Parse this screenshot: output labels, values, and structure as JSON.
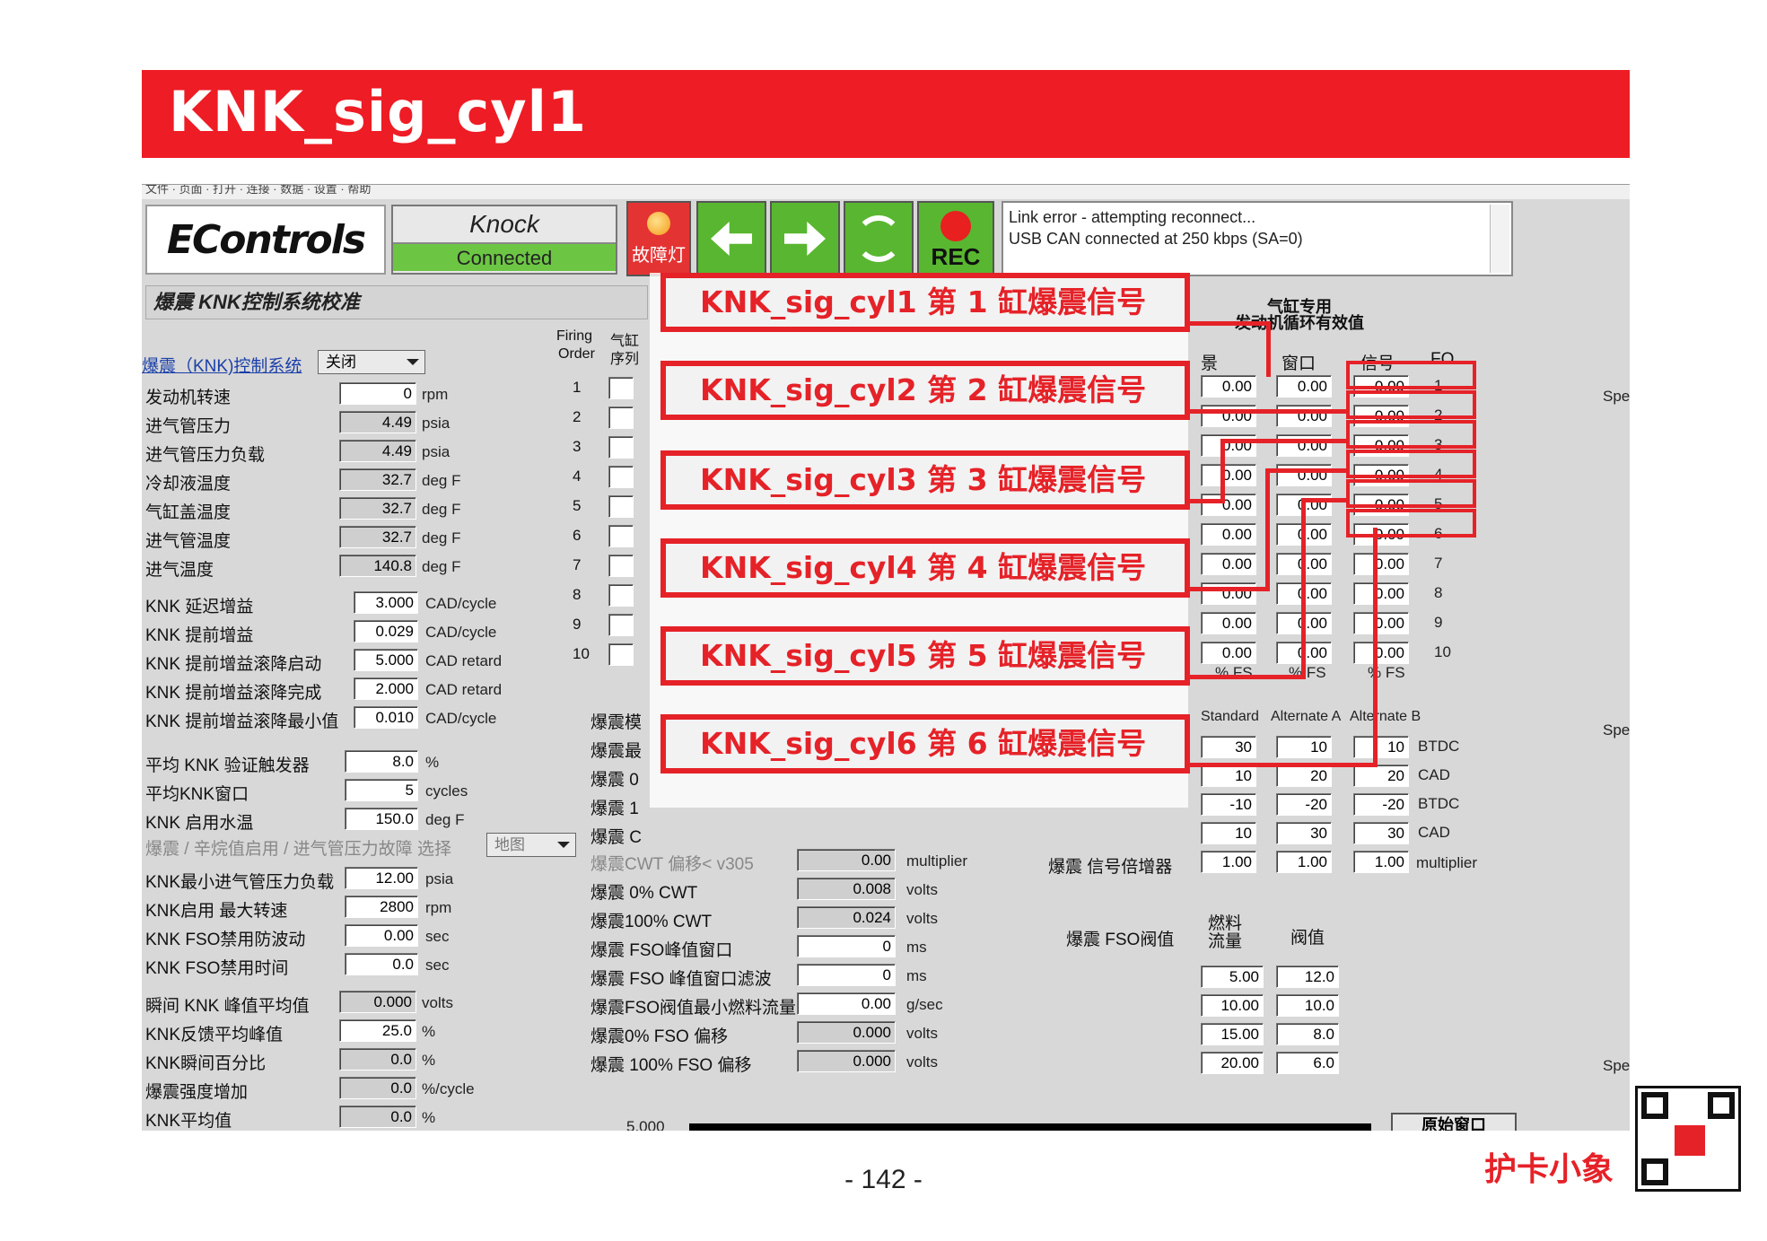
{
  "title": "KNK_sig_cyl1",
  "app": {
    "logo": "EControls",
    "mode": {
      "name": "Knock",
      "state": "Connected"
    },
    "buttons": {
      "fault_lamp": "故障灯",
      "rec": "REC"
    },
    "status": [
      "Link error - attempting reconnect...",
      "USB CAN connected at 250 kbps (SA=0)"
    ]
  },
  "panel_title": "爆震 KNK控制系统校准",
  "knk_system": {
    "label": "爆震（KNK)控制系统",
    "value": "关闭"
  },
  "params": [
    {
      "label": "发动机转速",
      "value": "0",
      "unit": "rpm"
    },
    {
      "label": "进气管压力",
      "value": "4.49",
      "unit": "psia"
    },
    {
      "label": "进气管压力负载",
      "value": "4.49",
      "unit": "psia"
    },
    {
      "label": "冷却液温度",
      "value": "32.7",
      "unit": "deg F"
    },
    {
      "label": "气缸盖温度",
      "value": "32.7",
      "unit": "deg F"
    },
    {
      "label": "进气管温度",
      "value": "32.7",
      "unit": "deg F"
    },
    {
      "label": "进气温度",
      "value": "140.8",
      "unit": "deg F"
    }
  ],
  "gains": [
    {
      "label": "KNK 延迟增益",
      "value": "3.000",
      "unit": "CAD/cycle"
    },
    {
      "label": "KNK 提前增益",
      "value": "0.029",
      "unit": "CAD/cycle"
    },
    {
      "label": "KNK 提前增益滚降启动",
      "value": "5.000",
      "unit": "CAD retard"
    },
    {
      "label": "KNK 提前增益滚降完成",
      "value": "2.000",
      "unit": "CAD retard"
    },
    {
      "label": "KNK 提前增益滚降最小值",
      "value": "0.010",
      "unit": "CAD/cycle"
    }
  ],
  "triggers": [
    {
      "label": "平均 KNK 验证触发器",
      "value": "8.0",
      "unit": "%"
    },
    {
      "label": "平均KNK窗口",
      "value": "5",
      "unit": "cycles"
    },
    {
      "label": "KNK 启用水温",
      "value": "150.0",
      "unit": "deg F"
    }
  ],
  "fault_select": {
    "label": "爆震 / 辛烷值启用 / 进气管压力故障 选择",
    "value": "地图"
  },
  "limits": [
    {
      "label": "KNK最小进气管压力负载",
      "value": "12.00",
      "unit": "psia"
    },
    {
      "label": "KNK启用 最大转速",
      "value": "2800",
      "unit": "rpm"
    },
    {
      "label": "KNK FSO禁用防波动",
      "value": "0.00",
      "unit": "sec"
    },
    {
      "label": "KNK FSO禁用时间",
      "value": "0.0",
      "unit": "sec"
    }
  ],
  "instants": [
    {
      "label": "瞬间 KNK 峰值平均值",
      "value": "0.000",
      "unit": "volts"
    },
    {
      "label": "KNK反馈平均峰值",
      "value": "25.0",
      "unit": "%"
    },
    {
      "label": "KNK瞬间百分比",
      "value": "0.0",
      "unit": "%"
    },
    {
      "label": "爆震强度增加",
      "value": "0.0",
      "unit": "%/cycle"
    },
    {
      "label": "KNK平均值",
      "value": "0.0",
      "unit": "%"
    }
  ],
  "firing": {
    "head1": "Firing",
    "head2": "Order",
    "head3": "气缸",
    "head4": "序列",
    "order": [
      "1",
      "2",
      "3",
      "4",
      "5",
      "6",
      "7",
      "8",
      "9",
      "10"
    ]
  },
  "cyl_table": {
    "title1": "气缸专用",
    "title2": "发动机循环有效值",
    "headers": [
      "景",
      "窗口",
      "信号",
      "FO"
    ],
    "rows": [
      [
        "0.00",
        "0.00",
        "0.00",
        "1"
      ],
      [
        "0.00",
        "0.00",
        "0.00",
        "2"
      ],
      [
        "0.00",
        "0.00",
        "0.00",
        "3"
      ],
      [
        "0.00",
        "0.00",
        "0.00",
        "4"
      ],
      [
        "0.00",
        "0.00",
        "0.00",
        "5"
      ],
      [
        "0.00",
        "0.00",
        "0.00",
        "6"
      ],
      [
        "0.00",
        "0.00",
        "0.00",
        "7"
      ],
      [
        "0.00",
        "0.00",
        "0.00",
        "8"
      ],
      [
        "0.00",
        "0.00",
        "0.00",
        "9"
      ],
      [
        "0.00",
        "0.00",
        "0.00",
        "10"
      ]
    ],
    "units": [
      "% FS",
      "% FS",
      "% FS"
    ]
  },
  "windows": {
    "headers": [
      "Standard",
      "Alternate A",
      "Alternate B"
    ],
    "rows": [
      {
        "std": "30",
        "a": "10",
        "b": "10",
        "unit": "BTDC"
      },
      {
        "std": "10",
        "a": "20",
        "b": "20",
        "unit": "CAD"
      },
      {
        "std": "-10",
        "a": "-20",
        "b": "-20",
        "unit": "BTDC"
      },
      {
        "std": "10",
        "a": "30",
        "b": "30",
        "unit": "CAD"
      }
    ],
    "multiplier": {
      "label": "爆震 信号倍增器",
      "std": "1.00",
      "a": "1.00",
      "b": "1.00",
      "unit": "multiplier"
    }
  },
  "knk_left_labels": [
    "爆震模",
    "爆震最",
    "爆震 0",
    "爆震 1",
    "爆震 C"
  ],
  "cwt": [
    {
      "label": "爆震CWT 偏移< v305",
      "value": "0.00",
      "unit": "multiplier"
    },
    {
      "label": "爆震 0% CWT",
      "value": "0.008",
      "unit": "volts"
    },
    {
      "label": "爆震100% CWT",
      "value": "0.024",
      "unit": "volts"
    },
    {
      "label": "爆震 FSO峰值窗口",
      "value": "0",
      "unit": "ms"
    },
    {
      "label": "爆震 FSO 峰值窗口滤波",
      "value": "0",
      "unit": "ms"
    },
    {
      "label": "爆震FSO阀值最小燃料流量",
      "value": "0.00",
      "unit": "g/sec"
    },
    {
      "label": "爆震0% FSO 偏移",
      "value": "0.000",
      "unit": "volts"
    },
    {
      "label": "爆震 100% FSO 偏移",
      "value": "0.000",
      "unit": "volts"
    }
  ],
  "fso_threshold": {
    "label": "爆震 FSO阀值",
    "col1": "燃料流量",
    "col2": "阀值",
    "rows": [
      [
        "5.00",
        "12.0"
      ],
      [
        "10.00",
        "10.0"
      ],
      [
        "15.00",
        "8.0"
      ],
      [
        "20.00",
        "6.0"
      ]
    ]
  },
  "speed_labels": [
    "Spee",
    "Spee",
    "Spee"
  ],
  "scope": {
    "y_top": "5.000",
    "button": "原始窗口"
  },
  "callouts": [
    "KNK_sig_cyl1  第 1 缸爆震信号",
    "KNK_sig_cyl2  第 2 缸爆震信号",
    "KNK_sig_cyl3  第 3 缸爆震信号",
    "KNK_sig_cyl4  第 4 缸爆震信号",
    "KNK_sig_cyl5  第 5 缸爆震信号",
    "KNK_sig_cyl6  第 6 缸爆震信号"
  ],
  "page_number": "- 142 -",
  "brand": "护卡小象",
  "colors": {
    "accent": "#ee1c25",
    "connected": "#6cc644",
    "toolbar": "#59b630"
  }
}
